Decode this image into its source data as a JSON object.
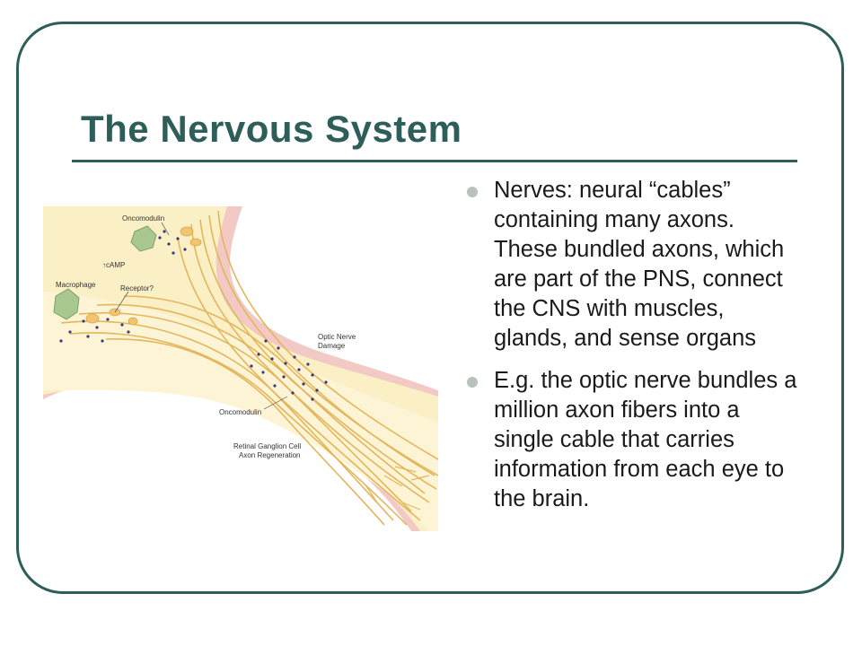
{
  "slide": {
    "title": "The Nervous System",
    "bullets": [
      {
        "text": "Nerves: neural “cables” containing many axons. These bundled axons, which are part of the PNS, connect the CNS with muscles, glands, and sense organs"
      },
      {
        "text": "E.g. the optic nerve bundles a million axon fibers into a single cable that carries information from each eye to the brain."
      }
    ]
  },
  "illustration": {
    "labels": {
      "oncomodulin_top": "Oncomodulin",
      "camp": "↑cAMP",
      "macrophage": "Macrophage",
      "receptor": "Receptor?",
      "optic_nerve_line1": "Optic Nerve",
      "optic_nerve_line2": "Damage",
      "oncomodulin_bottom": "Oncomodulin",
      "rgc_line1": "Retinal Ganglion Cell",
      "rgc_line2": "Axon Regeneration"
    }
  },
  "colors": {
    "accent": "#2e5e5a",
    "bullet": "#b8c2bb",
    "tissue_pink": "#f2c9c4",
    "tissue_cream": "#fbefc6",
    "fiber": "#e3b65c",
    "dots": "#3b3a78"
  }
}
